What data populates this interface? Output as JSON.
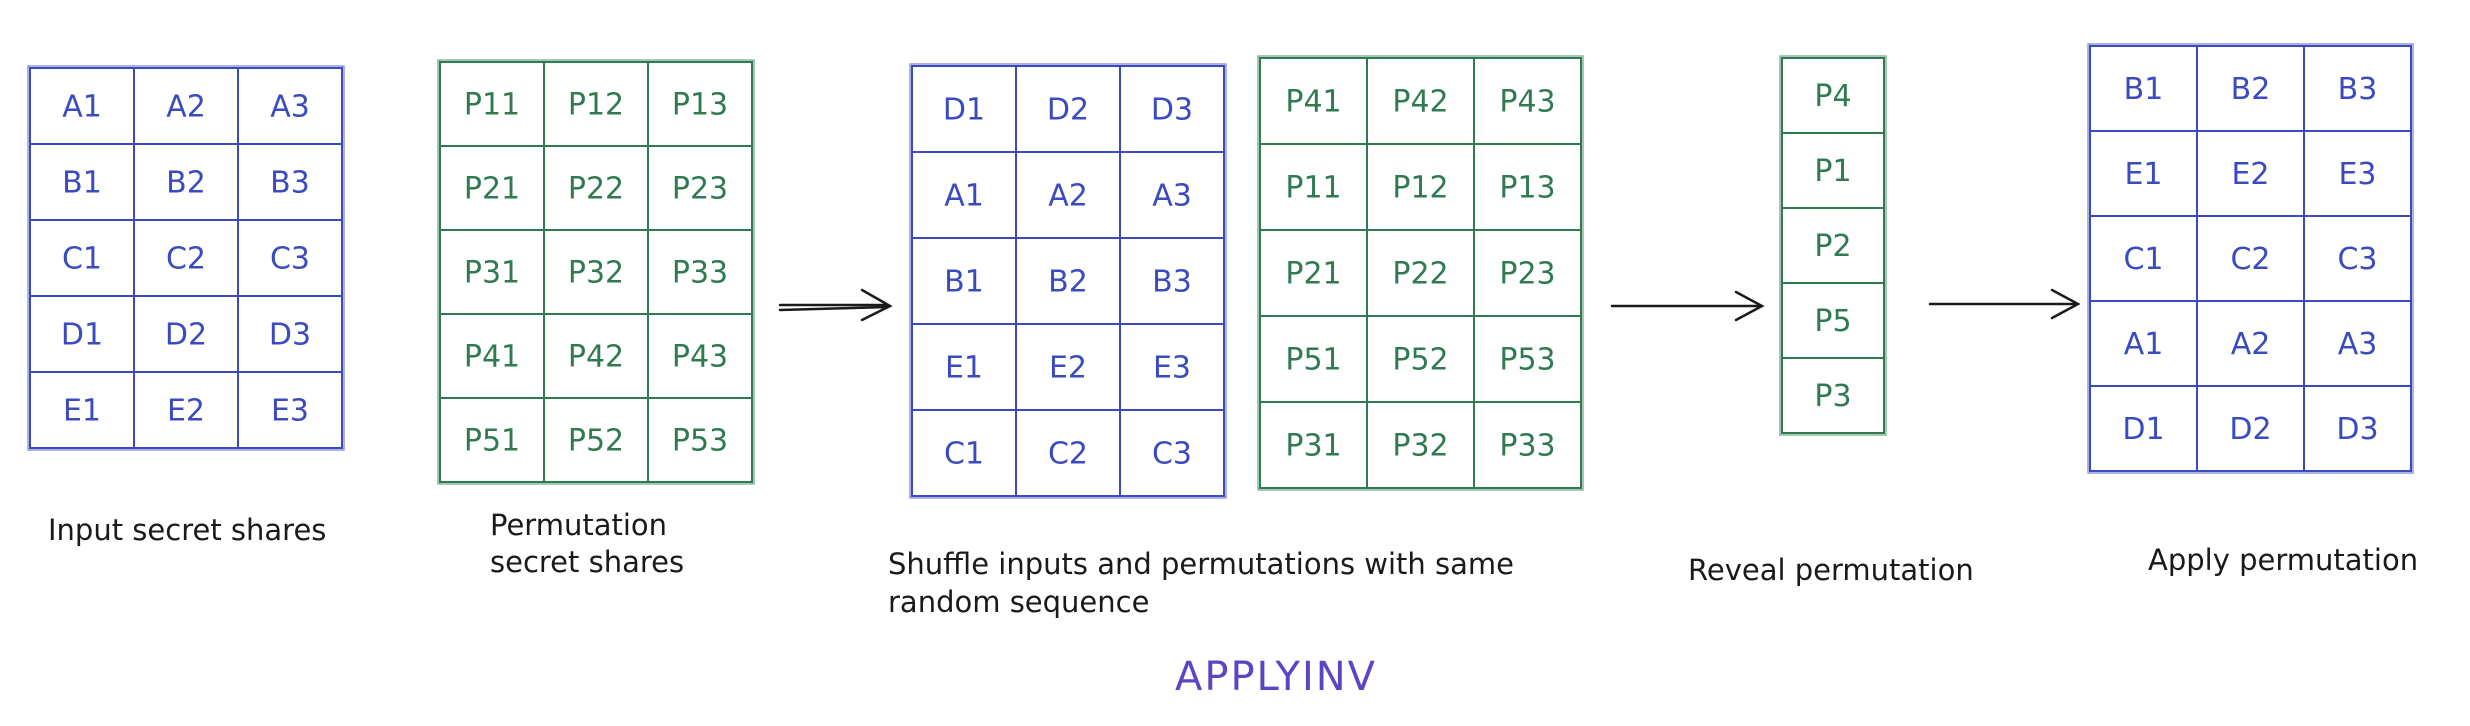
{
  "colors": {
    "input_shares": "#3a4bc0",
    "permutation_shares": "#2f7a50",
    "text": "#1a1a1a",
    "arrow": "#1a1a1a",
    "title": "#5a45c7"
  },
  "grids": [
    {
      "kind": "input",
      "cells": [
        [
          "A1",
          "A2",
          "A3"
        ],
        [
          "B1",
          "B2",
          "B3"
        ],
        [
          "C1",
          "C2",
          "C3"
        ],
        [
          "D1",
          "D2",
          "D3"
        ],
        [
          "E1",
          "E2",
          "E3"
        ]
      ]
    },
    {
      "kind": "perm",
      "cells": [
        [
          "P11",
          "P12",
          "P13"
        ],
        [
          "P21",
          "P22",
          "P23"
        ],
        [
          "P31",
          "P32",
          "P33"
        ],
        [
          "P41",
          "P42",
          "P43"
        ],
        [
          "P51",
          "P52",
          "P53"
        ]
      ]
    },
    {
      "kind": "input",
      "cells": [
        [
          "D1",
          "D2",
          "D3"
        ],
        [
          "A1",
          "A2",
          "A3"
        ],
        [
          "B1",
          "B2",
          "B3"
        ],
        [
          "E1",
          "E2",
          "E3"
        ],
        [
          "C1",
          "C2",
          "C3"
        ]
      ]
    },
    {
      "kind": "perm",
      "cells": [
        [
          "P41",
          "P42",
          "P43"
        ],
        [
          "P11",
          "P12",
          "P13"
        ],
        [
          "P21",
          "P22",
          "P23"
        ],
        [
          "P51",
          "P52",
          "P53"
        ],
        [
          "P31",
          "P32",
          "P33"
        ]
      ]
    },
    {
      "kind": "perm",
      "cells": [
        [
          "P4"
        ],
        [
          "P1"
        ],
        [
          "P2"
        ],
        [
          "P5"
        ],
        [
          "P3"
        ]
      ]
    },
    {
      "kind": "input",
      "cells": [
        [
          "B1",
          "B2",
          "B3"
        ],
        [
          "E1",
          "E2",
          "E3"
        ],
        [
          "C1",
          "C2",
          "C3"
        ],
        [
          "A1",
          "A2",
          "A3"
        ],
        [
          "D1",
          "D2",
          "D3"
        ]
      ]
    }
  ],
  "captions": {
    "input_secret_shares": "Input secret shares",
    "permutation_line1": "Permutation",
    "permutation_line2": "secret shares",
    "shuffle_line1": "Shuffle inputs and permutations with same",
    "shuffle_line2": "random sequence",
    "reveal": "Reveal permutation",
    "apply": "Apply permutation"
  },
  "title": "APPLYINV"
}
